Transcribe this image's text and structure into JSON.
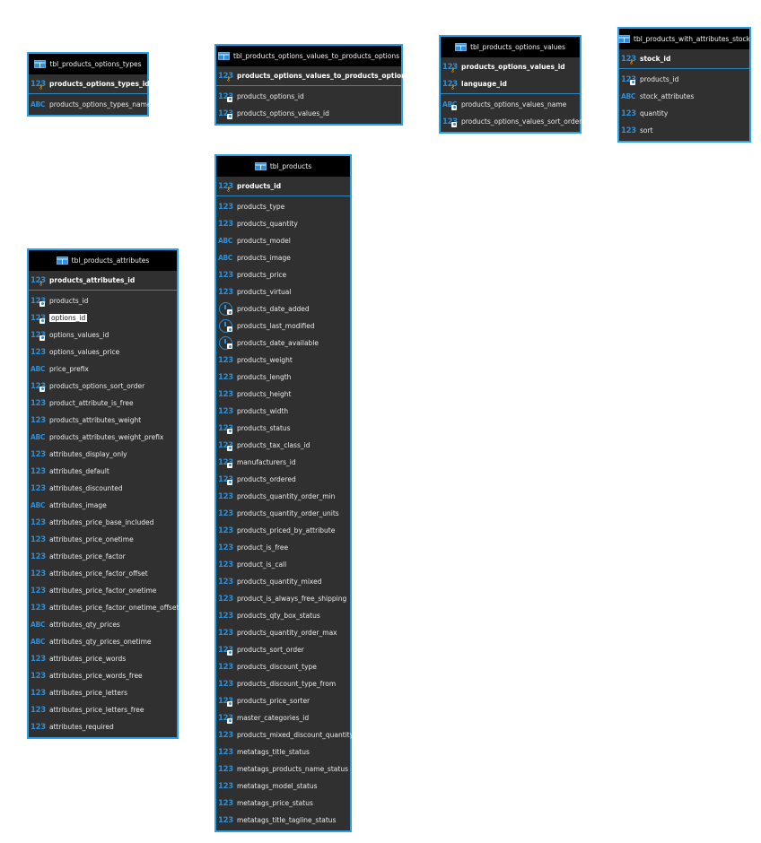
{
  "tables": {
    "options_types": {
      "name": "tbl_products_options_types",
      "keys": [
        {
          "name": "products_options_types_id",
          "type": "123"
        }
      ],
      "columns": [
        {
          "name": "products_options_types_name",
          "type": "ABC"
        }
      ]
    },
    "ov_to_po": {
      "name": "tbl_products_options_values_to_products_options",
      "keys": [
        {
          "name": "products_options_values_to_products_options_id",
          "type": "123"
        }
      ],
      "columns": [
        {
          "name": "products_options_id",
          "type": "123"
        },
        {
          "name": "products_options_values_id",
          "type": "123"
        }
      ]
    },
    "options_values": {
      "name": "tbl_products_options_values",
      "keys": [
        {
          "name": "products_options_values_id",
          "type": "123"
        },
        {
          "name": "language_id",
          "type": "123"
        }
      ],
      "columns": [
        {
          "name": "products_options_values_name",
          "type": "ABC"
        },
        {
          "name": "products_options_values_sort_order",
          "type": "123"
        }
      ]
    },
    "with_attr_stock": {
      "name": "tbl_products_with_attributes_stock",
      "keys": [
        {
          "name": "stock_id",
          "type": "123"
        }
      ],
      "columns": [
        {
          "name": "products_id",
          "type": "123"
        },
        {
          "name": "stock_attributes",
          "type": "ABC"
        },
        {
          "name": "quantity",
          "type": "123"
        },
        {
          "name": "sort",
          "type": "123"
        }
      ]
    },
    "products": {
      "name": "tbl_products",
      "keys": [
        {
          "name": "products_id",
          "type": "123"
        }
      ],
      "columns": [
        {
          "name": "products_type",
          "type": "123"
        },
        {
          "name": "products_quantity",
          "type": "123"
        },
        {
          "name": "products_model",
          "type": "ABC"
        },
        {
          "name": "products_image",
          "type": "ABC"
        },
        {
          "name": "products_price",
          "type": "123"
        },
        {
          "name": "products_virtual",
          "type": "123"
        },
        {
          "name": "products_date_added",
          "type": "clock"
        },
        {
          "name": "products_last_modified",
          "type": "clock"
        },
        {
          "name": "products_date_available",
          "type": "clock"
        },
        {
          "name": "products_weight",
          "type": "123"
        },
        {
          "name": "products_length",
          "type": "123"
        },
        {
          "name": "products_height",
          "type": "123"
        },
        {
          "name": "products_width",
          "type": "123"
        },
        {
          "name": "products_status",
          "type": "123"
        },
        {
          "name": "products_tax_class_id",
          "type": "123"
        },
        {
          "name": "manufacturers_id",
          "type": "123"
        },
        {
          "name": "products_ordered",
          "type": "123"
        },
        {
          "name": "products_quantity_order_min",
          "type": "123"
        },
        {
          "name": "products_quantity_order_units",
          "type": "123"
        },
        {
          "name": "products_priced_by_attribute",
          "type": "123"
        },
        {
          "name": "product_is_free",
          "type": "123"
        },
        {
          "name": "product_is_call",
          "type": "123"
        },
        {
          "name": "products_quantity_mixed",
          "type": "123"
        },
        {
          "name": "product_is_always_free_shipping",
          "type": "123"
        },
        {
          "name": "products_qty_box_status",
          "type": "123"
        },
        {
          "name": "products_quantity_order_max",
          "type": "123"
        },
        {
          "name": "products_sort_order",
          "type": "123"
        },
        {
          "name": "products_discount_type",
          "type": "123"
        },
        {
          "name": "products_discount_type_from",
          "type": "123"
        },
        {
          "name": "products_price_sorter",
          "type": "123"
        },
        {
          "name": "master_categories_id",
          "type": "123"
        },
        {
          "name": "products_mixed_discount_quantity",
          "type": "123"
        },
        {
          "name": "metatags_title_status",
          "type": "123"
        },
        {
          "name": "metatags_products_name_status",
          "type": "123"
        },
        {
          "name": "metatags_model_status",
          "type": "123"
        },
        {
          "name": "metatags_price_status",
          "type": "123"
        },
        {
          "name": "metatags_title_tagline_status",
          "type": "123"
        }
      ]
    },
    "attributes": {
      "name": "tbl_products_attributes",
      "keys": [
        {
          "name": "products_attributes_id",
          "type": "123"
        }
      ],
      "columns": [
        {
          "name": "products_id",
          "type": "123"
        },
        {
          "name": "options_id",
          "type": "123",
          "selected": true
        },
        {
          "name": "options_values_id",
          "type": "123"
        },
        {
          "name": "options_values_price",
          "type": "123"
        },
        {
          "name": "price_prefix",
          "type": "ABC"
        },
        {
          "name": "products_options_sort_order",
          "type": "123"
        },
        {
          "name": "product_attribute_is_free",
          "type": "123"
        },
        {
          "name": "products_attributes_weight",
          "type": "123"
        },
        {
          "name": "products_attributes_weight_prefix",
          "type": "ABC"
        },
        {
          "name": "attributes_display_only",
          "type": "123"
        },
        {
          "name": "attributes_default",
          "type": "123"
        },
        {
          "name": "attributes_discounted",
          "type": "123"
        },
        {
          "name": "attributes_image",
          "type": "ABC"
        },
        {
          "name": "attributes_price_base_included",
          "type": "123"
        },
        {
          "name": "attributes_price_onetime",
          "type": "123"
        },
        {
          "name": "attributes_price_factor",
          "type": "123"
        },
        {
          "name": "attributes_price_factor_offset",
          "type": "123"
        },
        {
          "name": "attributes_price_factor_onetime",
          "type": "123"
        },
        {
          "name": "attributes_price_factor_onetime_offset",
          "type": "123"
        },
        {
          "name": "attributes_qty_prices",
          "type": "ABC"
        },
        {
          "name": "attributes_qty_prices_onetime",
          "type": "ABC"
        },
        {
          "name": "attributes_price_words",
          "type": "123"
        },
        {
          "name": "attributes_price_words_free",
          "type": "123"
        },
        {
          "name": "attributes_price_letters",
          "type": "123"
        },
        {
          "name": "attributes_price_letters_free",
          "type": "123"
        },
        {
          "name": "attributes_required",
          "type": "123"
        }
      ]
    }
  },
  "colors": {
    "border": "#2aa2e6",
    "body": "#303030",
    "header": "#000000",
    "type_icon": "#2e8fd6",
    "key_icon": "#f0a020"
  }
}
